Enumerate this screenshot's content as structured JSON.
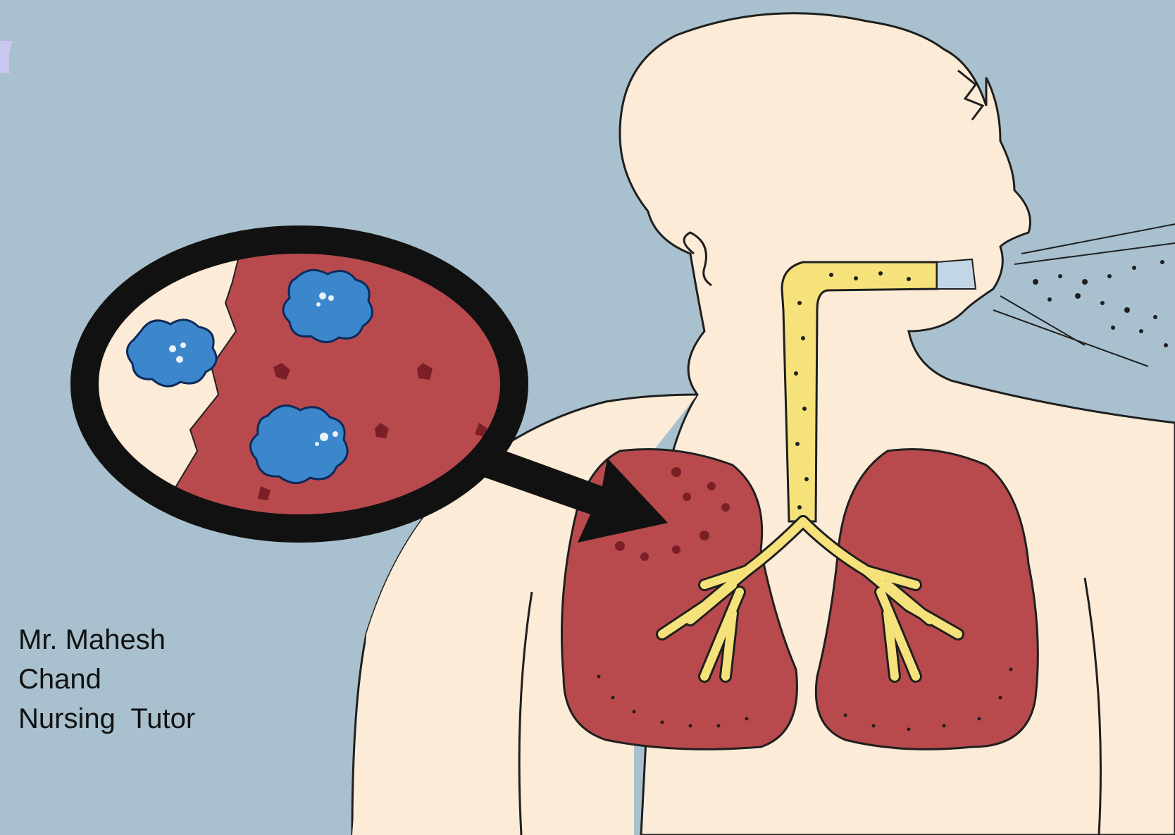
{
  "caption": {
    "line1": "Mr. Mahesh",
    "line2": "Chand",
    "line3": "Nursing  Tutor"
  },
  "colors": {
    "background": "#a9c1cf",
    "skin": "#fcebd6",
    "lung": "#b84a4e",
    "lung_dark": "#8e2f35",
    "airway": "#f6e27a",
    "bacteria": "#3c87cc",
    "magnifier_ring": "#111111"
  },
  "icons": [
    "person-silhouette",
    "lungs",
    "airway-trachea",
    "magnifier-circle",
    "bacteria-cluster",
    "pointer-arrow",
    "exhaled-droplets"
  ]
}
